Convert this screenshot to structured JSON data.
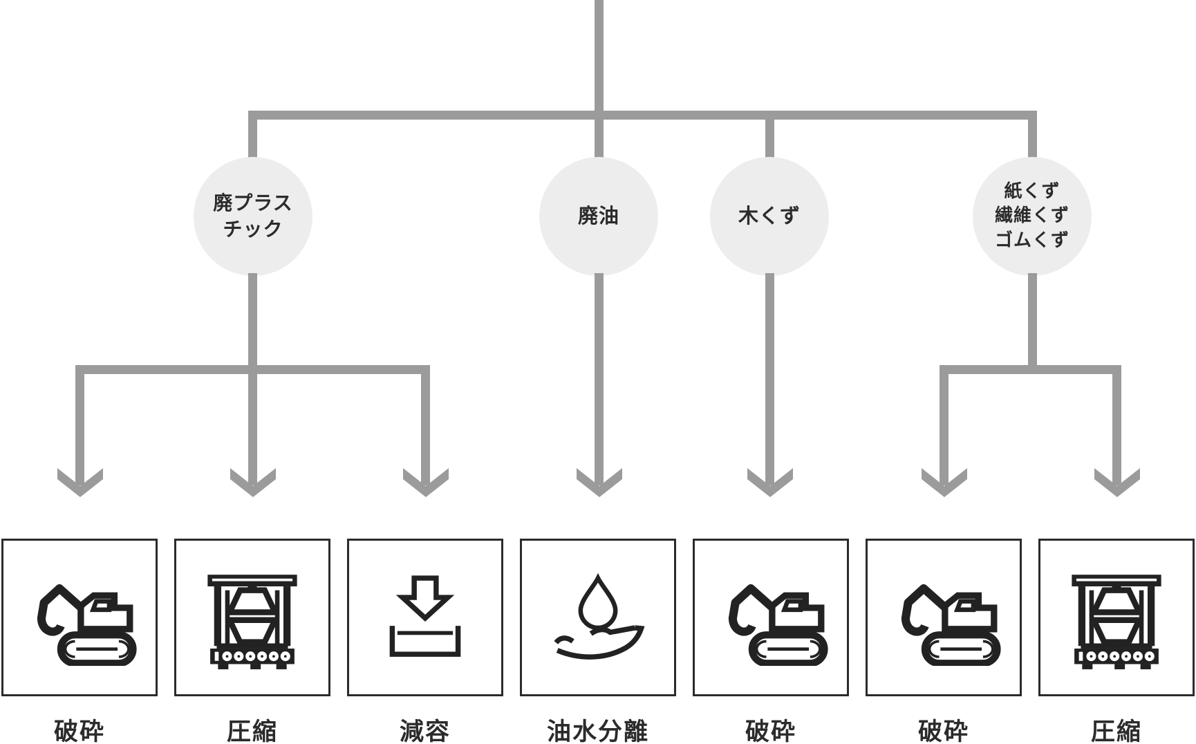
{
  "palette": {
    "connector_gray": "#9b9b9b",
    "circle_bg": "#ededed",
    "text_color": "#2b2b2b",
    "icon_color": "#222222",
    "box_bg": "#ffffff"
  },
  "categories": [
    {
      "id": "waste-plastic",
      "lines": [
        "廃プラス",
        "チック"
      ]
    },
    {
      "id": "waste-oil",
      "lines": [
        "廃油"
      ]
    },
    {
      "id": "wood-scrap",
      "lines": [
        "木くず"
      ]
    },
    {
      "id": "paper-fiber-rubber-scrap",
      "lines": [
        "紙くず",
        "繊維くず",
        "ゴムくず"
      ]
    }
  ],
  "processes": [
    {
      "label": "破砕",
      "icon": "crusher-excavator-icon",
      "parent": "waste-plastic"
    },
    {
      "label": "圧縮",
      "icon": "compactor-press-icon",
      "parent": "waste-plastic"
    },
    {
      "label": "減容",
      "icon": "volume-reduction-icon",
      "parent": "waste-plastic"
    },
    {
      "label": "油水分離",
      "icon": "oil-water-separation-icon",
      "parent": "waste-oil"
    },
    {
      "label": "破砕",
      "icon": "crusher-excavator-icon",
      "parent": "wood-scrap"
    },
    {
      "label": "破砕",
      "icon": "crusher-excavator-icon",
      "parent": "paper-fiber-rubber-scrap"
    },
    {
      "label": "圧縮",
      "icon": "compactor-press-icon",
      "parent": "paper-fiber-rubber-scrap"
    }
  ]
}
